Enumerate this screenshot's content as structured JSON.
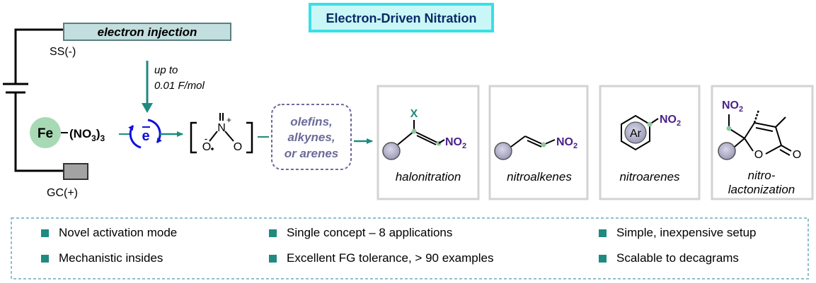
{
  "title": "Electron-Driven Nitration",
  "electrodes": {
    "cathode_label": "electron injection",
    "cathode_sign": "SS(-)",
    "anode_sign": "GC(+)"
  },
  "charge": {
    "line1": "up to",
    "line2": "0.01 F/mol"
  },
  "reagent": {
    "metal": "Fe",
    "ligand": "(NO",
    "sub": "3",
    "close": ")",
    "count": "3"
  },
  "electron": "e",
  "radical": {
    "plus": "+",
    "N": "N",
    "O_left": "O",
    "O_right": "O",
    "minus": "-"
  },
  "substrates": [
    "olefins,",
    "alkynes,",
    "or arenes"
  ],
  "products": [
    {
      "label": "halonitration",
      "halogen": "X",
      "group": "NO",
      "sub": "2"
    },
    {
      "label": "nitroalkenes",
      "group": "NO",
      "sub": "2"
    },
    {
      "label": "nitroarenes",
      "ring": "Ar",
      "group": "NO",
      "sub": "2"
    },
    {
      "label_line1": "nitro-",
      "label_line2": "lactonization",
      "group": "NO",
      "sub": "2",
      "ring_O": "O",
      "carbonyl_O": "O"
    }
  ],
  "features": [
    [
      "Novel activation mode",
      "Single concept – 8 applications",
      "Simple, inexpensive setup"
    ],
    [
      "Mechanistic insides",
      "Excellent FG tolerance, > 90 examples",
      "Scalable to decagrams"
    ]
  ],
  "colors": {
    "teal": "#1f8a80",
    "purple": "#4b1f8a",
    "blue": "#1010dd",
    "slate": "#6b6b9a",
    "box_grey": "#d3d3d3",
    "title_bg": "#c9f7f7",
    "title_border": "#38e0e6",
    "sphere": "#a8d9b5",
    "dot": "#8ec89c"
  }
}
